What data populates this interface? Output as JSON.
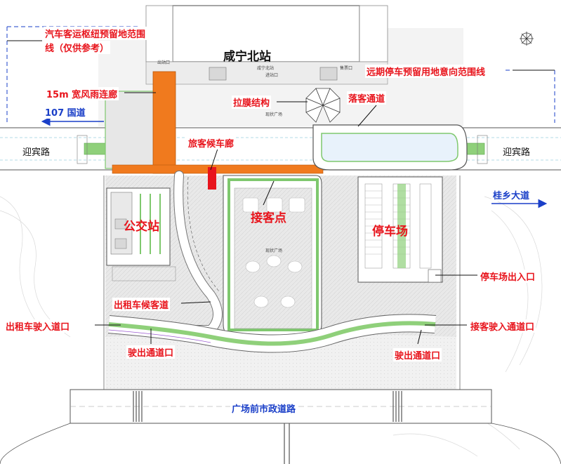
{
  "station": {
    "name": "咸宁北站",
    "exit_small": "出站口",
    "entry_small": "进站口",
    "ticket_small": "售票口",
    "name_small": "咸宁北站"
  },
  "labels": {
    "bus_hub_reserve": "汽车客运枢纽预留地范围",
    "bus_hub_reserve_2": "线（仅供参考）",
    "canopy_corridor": "15m 宽风雨连廊",
    "membrane": "拉膜结构",
    "dropoff": "落客通道",
    "future_parking": "远期停车预留用地意向范围线",
    "passenger_corridor": "旅客候车廊",
    "bus_station": "公交站",
    "pickup_point": "接客点",
    "parking_lot": "停车场",
    "parking_gate": "停车场出入口",
    "taxi_wait": "出租车候客道",
    "taxi_entry": "出租车驶入道口",
    "pickup_entry": "接客驶入通道口",
    "exit_left": "驶出通道口",
    "exit_right": "驶出通道口",
    "existing_plaza": "现状广场",
    "existing_plaza_2": "现状广场"
  },
  "roads": {
    "yingbin_left": "迎宾路",
    "yingbin_right": "迎宾路",
    "national_107": "107 国道",
    "guixiang": "桂乡大道",
    "plaza_front": "广场前市政道路"
  },
  "colors": {
    "corridor": "#f07a1e",
    "red_label": "#e8141c",
    "blue_label": "#1a3fc8",
    "green_median": "#8fd07a",
    "plaza": "#eaeaea"
  }
}
